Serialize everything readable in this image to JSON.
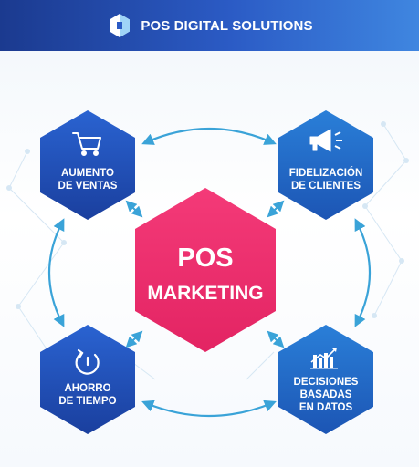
{
  "header": {
    "brand": "POS DIGITAL SOLUTIONS",
    "logo_icon": "hexagon-logo-icon"
  },
  "center": {
    "line1": "POS",
    "line2": "MARKETING",
    "color": "#ef2f6e"
  },
  "nodes": [
    {
      "id": "top-left",
      "icon": "shopping-cart-icon",
      "lines": [
        "AUMENTO",
        "DE VENTAS"
      ]
    },
    {
      "id": "top-right",
      "icon": "megaphone-icon",
      "lines": [
        "FIDELIZACIÓN",
        "DE CLIENTES"
      ]
    },
    {
      "id": "bottom-left",
      "icon": "clock-icon",
      "lines": [
        "AHORRO",
        "DE TIEMPO"
      ]
    },
    {
      "id": "bottom-right",
      "icon": "bar-chart-icon",
      "lines": [
        "DECISIONES",
        "BASADAS",
        "EN DATOS"
      ]
    }
  ],
  "colors": {
    "node_top": "#2a63d1",
    "node_bottom": "#1a3f9e",
    "connector": "#3aa3d8",
    "network": "#cfe3f2"
  }
}
